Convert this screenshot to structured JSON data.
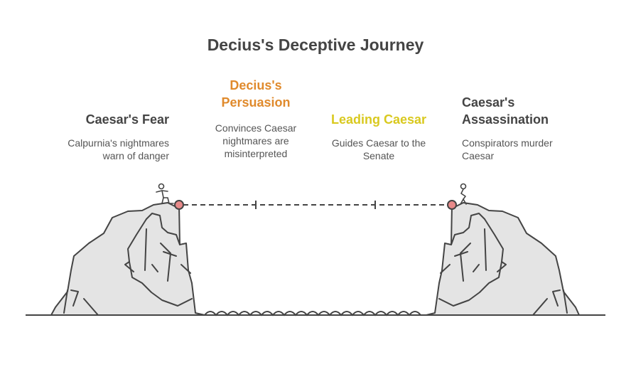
{
  "title": "Decius's Deceptive Journey",
  "colors": {
    "stroke": "#444444",
    "rock_fill": "#e4e4e4",
    "marker_fill": "#e88a8a",
    "accent_orange": "#e08a2c",
    "accent_yellow": "#d9c91f",
    "text_dark": "#444444"
  },
  "steps": [
    {
      "title": "Caesar's Fear",
      "description_lines": [
        "Calpurnia's nightmares",
        "warn of danger"
      ]
    },
    {
      "title_lines": [
        "Decius's",
        "Persuasion"
      ],
      "description_lines": [
        "Convinces Caesar",
        "nightmares are",
        "misinterpreted"
      ]
    },
    {
      "title": "Leading Caesar",
      "description_lines": [
        "Guides Caesar to the",
        "Senate"
      ]
    },
    {
      "title_lines": [
        "Caesar's",
        "Assassination"
      ],
      "description_lines": [
        "Conspirators murder",
        "Caesar"
      ]
    }
  ]
}
